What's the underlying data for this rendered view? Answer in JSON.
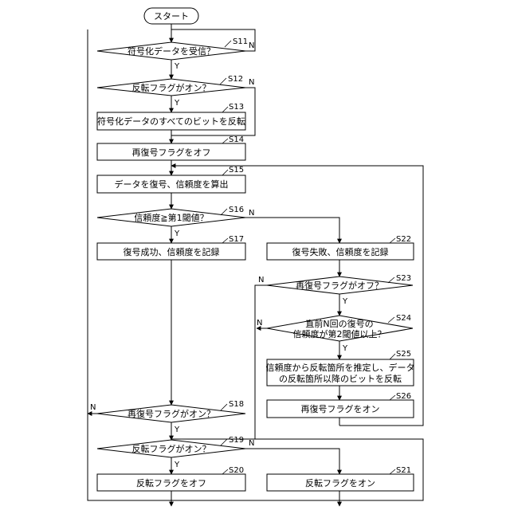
{
  "start": "スタート",
  "nodes": {
    "s11": {
      "step": "S11",
      "text": "符号化データを受信？"
    },
    "s12": {
      "step": "S12",
      "text": "反転フラグがオン？"
    },
    "s13": {
      "step": "S13",
      "text": "符号化データのすべてのビットを反転"
    },
    "s14": {
      "step": "S14",
      "text": "再復号フラグをオフ"
    },
    "s15": {
      "step": "S15",
      "text": "データを復号、信頼度を算出"
    },
    "s16": {
      "step": "S16",
      "text": "信頼度≧第1閾値？"
    },
    "s17": {
      "step": "S17",
      "text": "復号成功、信頼度を記録"
    },
    "s18": {
      "step": "S18",
      "text": "再復号フラグがオン？"
    },
    "s19": {
      "step": "S19",
      "text": "反転フラグがオン？"
    },
    "s20": {
      "step": "S20",
      "text": "反転フラグをオフ"
    },
    "s21": {
      "step": "S21",
      "text": "反転フラグをオン"
    },
    "s22": {
      "step": "S22",
      "text": "復号失敗、信頼度を記録"
    },
    "s23": {
      "step": "S23",
      "text": "再復号フラグがオフ？"
    },
    "s24": {
      "step": "S24",
      "line1": "直前N回の復号の",
      "line2": "信頼度が第2閾値以上？"
    },
    "s25": {
      "step": "S25",
      "line1": "信頼度から反転箇所を推定し、データ",
      "line2": "の反転箇所以降のビットを反転"
    },
    "s26": {
      "step": "S26",
      "text": "再復号フラグをオン"
    }
  },
  "yes": "Y",
  "no": "N"
}
